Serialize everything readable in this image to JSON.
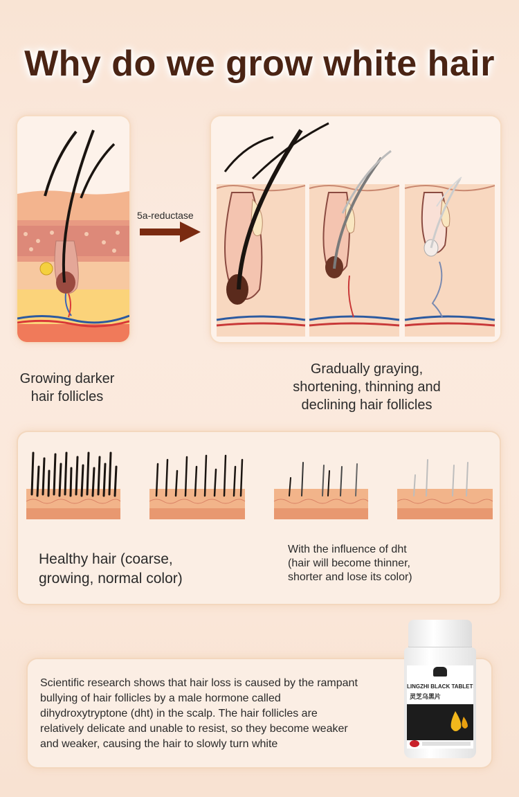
{
  "title": "Why do we grow white hair",
  "diagram": {
    "arrow_label": "5a-reductase",
    "left_caption_line1": "Growing darker",
    "left_caption_line2": "hair follicles",
    "right_caption_line1": "Gradually graying,",
    "right_caption_line2": "shortening, thinning and",
    "right_caption_line3": "declining hair follicles"
  },
  "comparison": {
    "healthy_line1": "Healthy hair (coarse,",
    "healthy_line2": "growing, normal color)",
    "dht_line1": "With the influence of dht",
    "dht_line2": "(hair will become thinner,",
    "dht_line3": "shorter and lose its color)"
  },
  "research": {
    "line1": "Scientific research shows that hair loss is caused by the rampant",
    "line2": "bullying of hair follicles by a male hormone called",
    "line3": "dihydroxytryptone (dht) in the scalp. The hair follicles are",
    "line4": "relatively delicate and unable to resist, so they become weaker",
    "line5": "and weaker, causing the hair to slowly turn white"
  },
  "product": {
    "brand": "LINGZHI BLACK TABLETS",
    "chinese_name": "灵芝乌黑片"
  },
  "colors": {
    "title": "#4a2414",
    "arrow": "#7a2a10",
    "skin": "#f2b48a",
    "hair_dark": "#1a1410",
    "hair_gray": "#b8b8b8"
  }
}
